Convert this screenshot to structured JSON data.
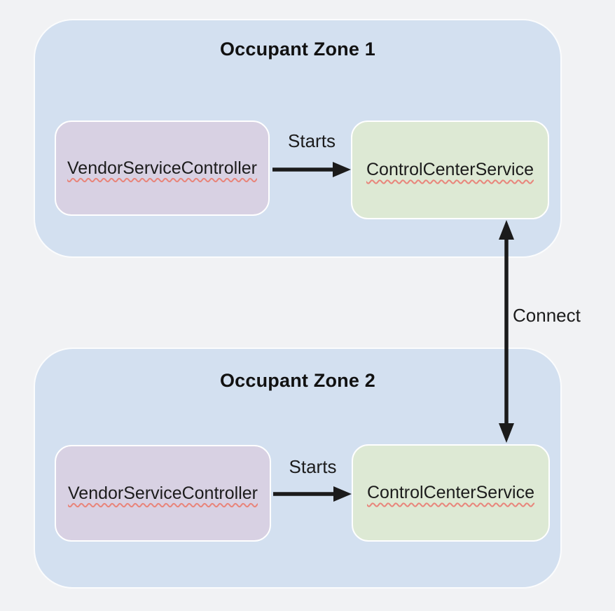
{
  "colors": {
    "background": "#f1f2f4",
    "zone_fill": "#d3e0f0",
    "zone_border": "#fbfcfd",
    "vendor_fill": "#d8d1e3",
    "control_fill": "#dde9d4",
    "box_border": "#ffffff",
    "text": "#1c1c1c",
    "arrow": "#1b1b1b",
    "squiggle": "#e8857b"
  },
  "diagram": {
    "connect_label": "Connect",
    "zones": [
      {
        "title": "Occupant Zone 1",
        "edge_label": "Starts",
        "boxes": [
          {
            "label": "VendorServiceController"
          },
          {
            "label": "ControlCenterService"
          }
        ]
      },
      {
        "title": "Occupant Zone 2",
        "edge_label": "Starts",
        "boxes": [
          {
            "label": "VendorServiceController"
          },
          {
            "label": "ControlCenterService"
          }
        ]
      }
    ]
  }
}
